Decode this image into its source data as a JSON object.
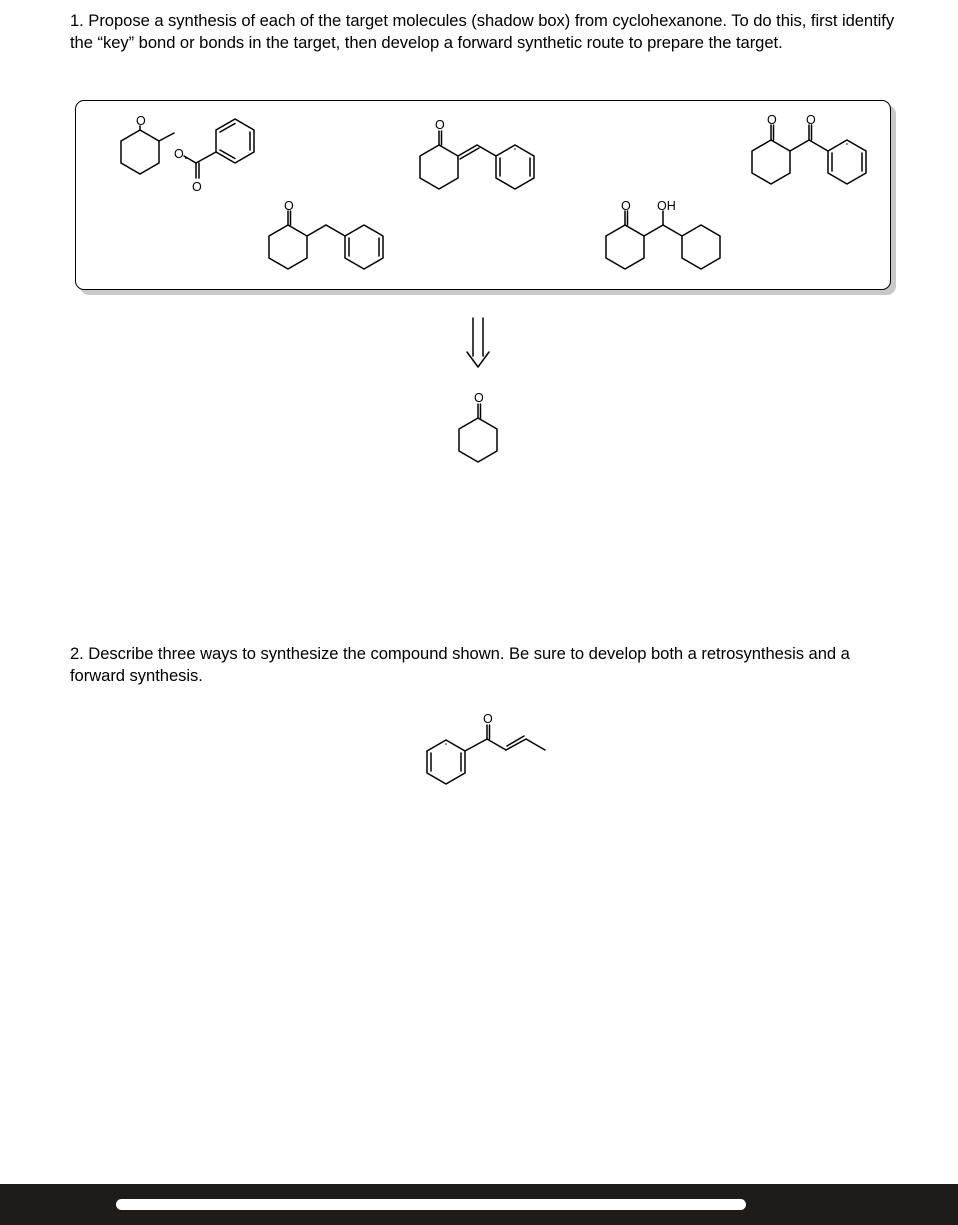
{
  "question1": {
    "number": "1.",
    "text": "1. Propose a synthesis of each of the target molecules (shadow box) from cyclohexanone. To do this, first identify the “key” bond or bonds in the target, then develop a forward synthetic route to prepare the target.",
    "target_box": {
      "molecules": [
        {
          "name": "2-oxocyclohexyl benzoate",
          "atom_labels": [
            "O",
            "O",
            "O"
          ]
        },
        {
          "name": "2-benzylidenecyclohexanone",
          "atom_labels": [
            "O"
          ]
        },
        {
          "name": "2-benzoylcyclohexanone",
          "atom_labels": [
            "O",
            "O"
          ]
        },
        {
          "name": "2-benzylcyclohexanone",
          "atom_labels": [
            "O"
          ]
        },
        {
          "name": "2-(cyclohexyl(hydroxy)methyl)cyclohexanone",
          "atom_labels": [
            "O",
            "OH"
          ]
        }
      ]
    },
    "retro_arrow": "retrosynthetic-arrow",
    "starting_material": {
      "name": "cyclohexanone",
      "atom_labels": [
        "O"
      ]
    }
  },
  "question2": {
    "text": "2. Describe three ways to synthesize the compound shown. Be sure to develop both a retrosynthesis and a forward synthesis.",
    "compound": {
      "name": "(E)-1-phenylbut-2-en-1-one",
      "atom_labels": [
        "O"
      ]
    }
  },
  "footer": {
    "background": "#1e1b1b",
    "scrollbar_color": "#ffffff"
  }
}
